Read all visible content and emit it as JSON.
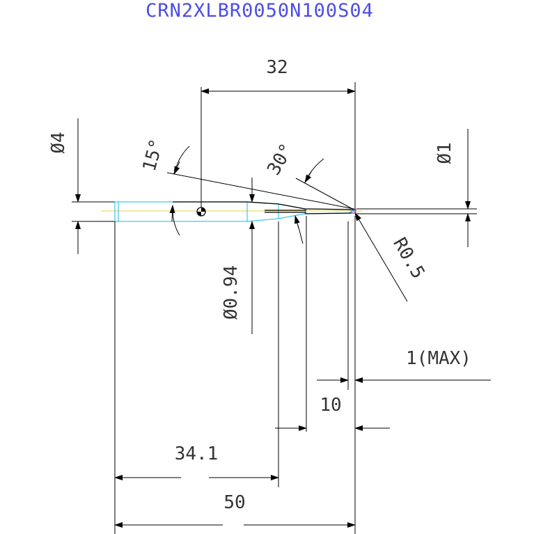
{
  "drawing": {
    "title": "CRN2XLBR0050N100S04",
    "colors": {
      "background": "#ffffff",
      "title": "#4c4ce6",
      "dimension_text": "#333333",
      "line": "#000000",
      "tool_outline": "#35c9e8",
      "center_line": "#e8d040"
    },
    "dimensions": {
      "overall_offset": "32",
      "shank_diameter": "Ø4",
      "head_diameter": "Ø1",
      "neck_angle": "15°",
      "tip_angle": "30°",
      "corner_radius": "R0.5",
      "neck_diameter": "Ø0.94",
      "max_clearance": "1(MAX)",
      "flute_length": "10",
      "shank_length": "34.1",
      "overall_length": "50"
    }
  }
}
